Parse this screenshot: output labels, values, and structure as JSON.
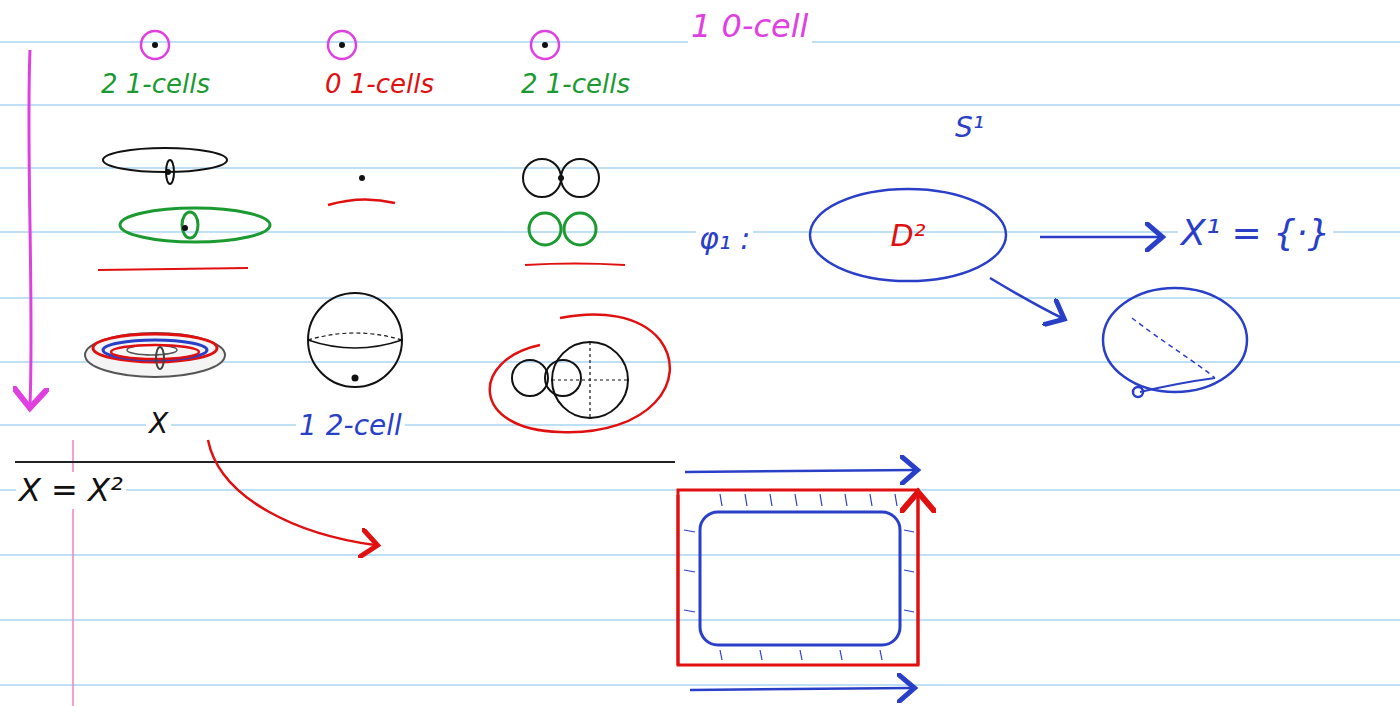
{
  "diagram": {
    "nodes": [
      {
        "text": [
          "D²"
        ]
      }
    ],
    "labels": [
      "1 0-cell",
      "2 1-cells",
      "0 1-cells",
      "2 1-cells",
      "S¹",
      "φ₁ :",
      "X¹ = {·}",
      "X",
      "1 2-cell",
      "X = X²"
    ]
  }
}
